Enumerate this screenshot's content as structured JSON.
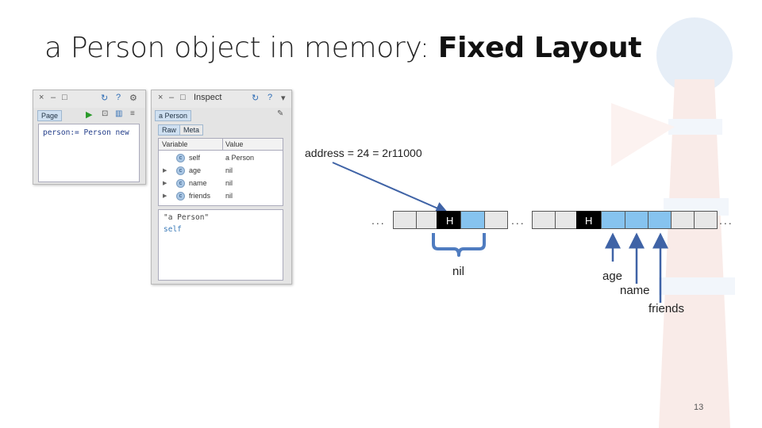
{
  "title": {
    "prefix": "a Person object in memory: ",
    "emphasis": "Fixed Layout"
  },
  "playground": {
    "window_icons": [
      "close-icon",
      "minimize-icon",
      "maximize-icon"
    ],
    "tab": "Page",
    "code": "person:= Person new"
  },
  "inspector": {
    "window_title": "Inspect",
    "object_tab": "a Person",
    "view_tabs": [
      "Raw",
      "Meta"
    ],
    "columns": [
      "Variable",
      "Value"
    ],
    "rows": [
      {
        "variable": "self",
        "value": "a Person",
        "expandable": false
      },
      {
        "variable": "age",
        "value": "nil",
        "expandable": true
      },
      {
        "variable": "name",
        "value": "nil",
        "expandable": true
      },
      {
        "variable": "friends",
        "value": "nil",
        "expandable": true
      }
    ],
    "eval_result": "\"a Person\"",
    "eval_code": "self"
  },
  "memory": {
    "address_label": "address = 24 = 2r11000",
    "ellipsis": "...",
    "header_label": "H",
    "nil_label": "nil",
    "field_labels": [
      "age",
      "name",
      "friends"
    ]
  },
  "page_number": "13",
  "colors": {
    "slot_blue": "#86c3ef",
    "arrow_blue": "#3f63a6",
    "slot_grey": "#e7e7e7",
    "header": "#000000"
  }
}
